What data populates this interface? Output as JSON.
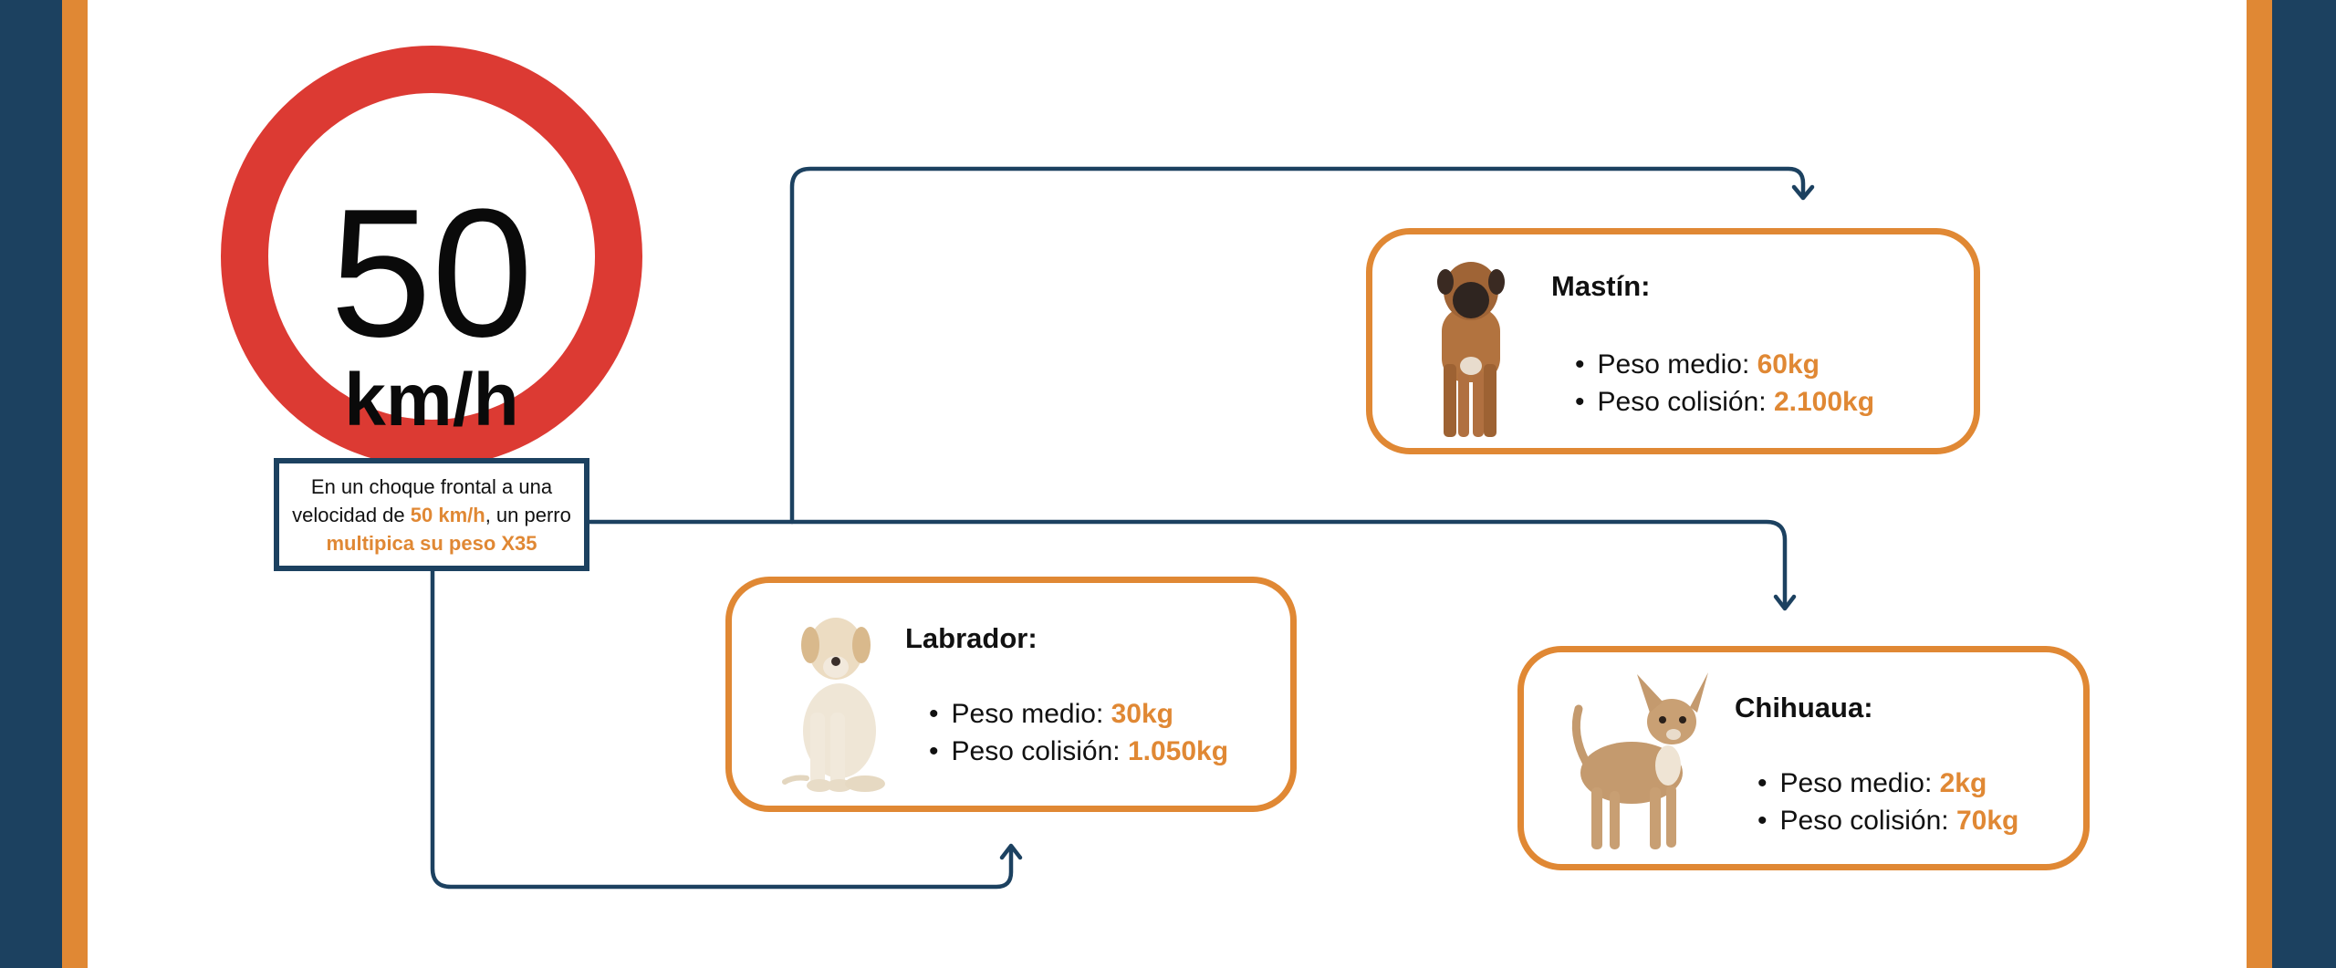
{
  "sign": {
    "number": "50",
    "unit": "km/h"
  },
  "note": {
    "line1": "En un choque frontal a una velocidad de ",
    "speed": "50 km/h",
    "line2": ", un perro ",
    "emphasis": "multipica su peso X35"
  },
  "colors": {
    "navy": "#1c4160",
    "orange": "#e08834",
    "red": "#dc3a33"
  },
  "dogs": [
    {
      "name": "Mastín:",
      "icon": "mastiff-dog-photo",
      "avg_label": "Peso medio: ",
      "avg_value": "60kg",
      "crash_label": "Peso colisión: ",
      "crash_value": "2.100kg"
    },
    {
      "name": "Labrador:",
      "icon": "labrador-dog-photo",
      "avg_label": "Peso medio: ",
      "avg_value": "30kg",
      "crash_label": "Peso colisión: ",
      "crash_value": "1.050kg"
    },
    {
      "name": "Chihuaua:",
      "icon": "chihuahua-dog-photo",
      "avg_label": "Peso medio: ",
      "avg_value": "2kg",
      "crash_label": "Peso colisión: ",
      "crash_value": "70kg"
    }
  ]
}
